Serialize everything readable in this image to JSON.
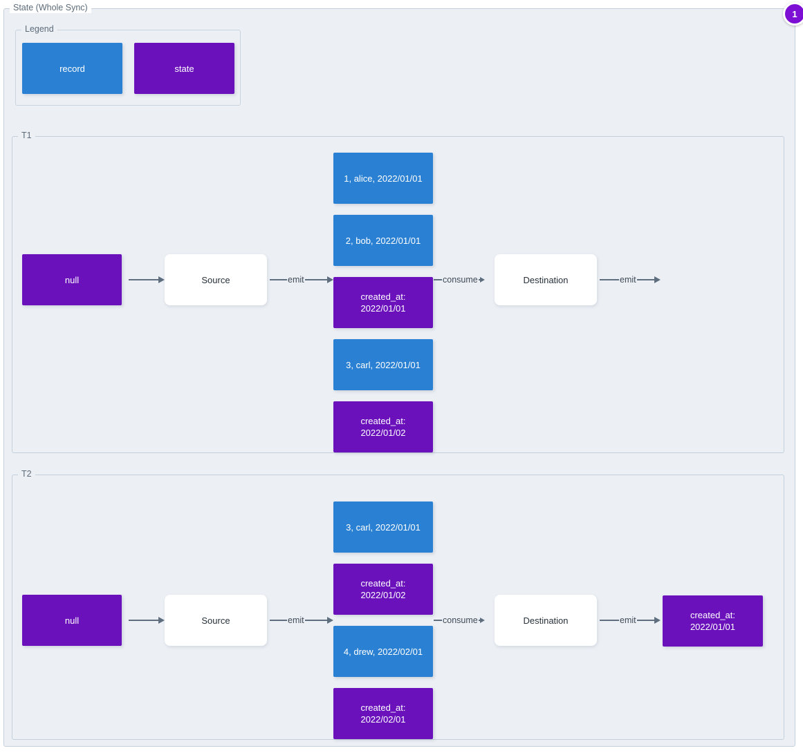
{
  "diagram": {
    "title": "State (Whole Sync)",
    "badge": "1",
    "colors": {
      "record": "#2a80d2",
      "state": "#6a11bc",
      "plain": "#ffffff",
      "edge": "#5e6e7f",
      "panel_bg": "#ecf0f5",
      "panel_border": "#c3d0db",
      "badge": "#7d0fd4"
    }
  },
  "legend": {
    "title": "Legend",
    "items": [
      {
        "label": "record",
        "kind": "record"
      },
      {
        "label": "state",
        "kind": "state"
      }
    ]
  },
  "edges": {
    "plain": "",
    "emit": "emit",
    "consume": "consume"
  },
  "groups": [
    {
      "title": "T1",
      "state_in": "null",
      "source": "Source",
      "destination": "Destination",
      "emit_out": "emit",
      "state_out": null,
      "items": [
        {
          "label": "1, alice, 2022/01/01",
          "kind": "record"
        },
        {
          "label": "2, bob, 2022/01/01",
          "kind": "record"
        },
        {
          "label": "created_at:\n2022/01/01",
          "kind": "state"
        },
        {
          "label": "3, carl, 2022/01/01",
          "kind": "record"
        },
        {
          "label": "created_at:\n2022/01/02",
          "kind": "state"
        }
      ]
    },
    {
      "title": "T2",
      "state_in": "null",
      "source": "Source",
      "destination": "Destination",
      "emit_out": "emit",
      "state_out": {
        "label": "created_at:\n2022/01/01",
        "kind": "state"
      },
      "items": [
        {
          "label": "3, carl, 2022/01/01",
          "kind": "record"
        },
        {
          "label": "created_at:\n2022/01/02",
          "kind": "state"
        },
        {
          "label": "4, drew, 2022/02/01",
          "kind": "record"
        },
        {
          "label": "created_at:\n2022/02/01",
          "kind": "state"
        }
      ]
    }
  ]
}
